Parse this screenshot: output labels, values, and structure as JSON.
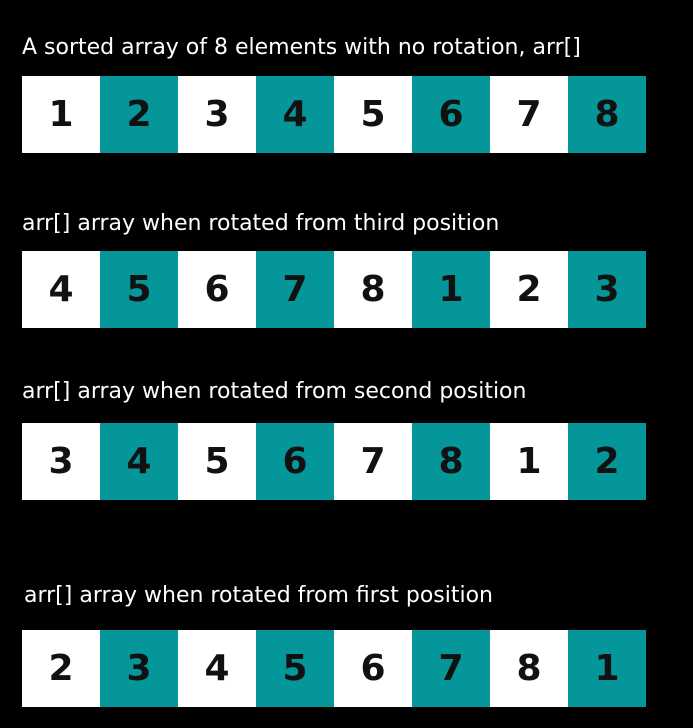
{
  "colors": {
    "background": "#000000",
    "light_cell": "#ffffff",
    "teal_cell": "#05969a",
    "caption_text": "#ffffff",
    "number_text": "#111111"
  },
  "arrays": [
    {
      "caption": "A sorted array of 8 elements with no rotation, arr[]",
      "values": [
        "1",
        "2",
        "3",
        "4",
        "5",
        "6",
        "7",
        "8"
      ]
    },
    {
      "caption": "arr[] array when rotated from third position",
      "values": [
        "4",
        "5",
        "6",
        "7",
        "8",
        "1",
        "2",
        "3"
      ]
    },
    {
      "caption": "arr[] array when rotated from second position",
      "values": [
        "3",
        "4",
        "5",
        "6",
        "7",
        "8",
        "1",
        "2"
      ]
    },
    {
      "caption": "arr[] array when rotated from first position",
      "values": [
        "2",
        "3",
        "4",
        "5",
        "6",
        "7",
        "8",
        "1"
      ]
    }
  ]
}
